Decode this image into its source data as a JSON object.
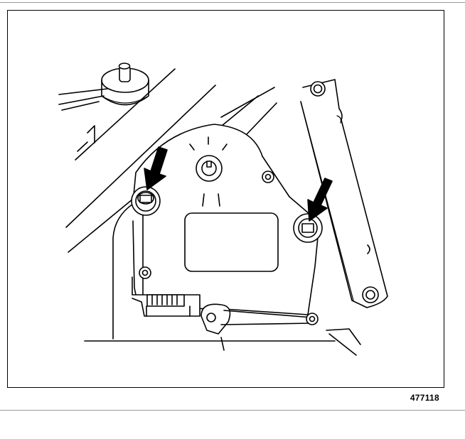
{
  "figure": {
    "number": "477118",
    "subject": "actuator-mounting-diagram",
    "callouts": [
      {
        "name": "left-fastener-arrow",
        "points_to": "left-mounting-bolt-icon"
      },
      {
        "name": "right-fastener-arrow",
        "points_to": "right-mounting-bolt-icon"
      }
    ]
  },
  "colors": {
    "ink": "#000000",
    "paper": "#ffffff",
    "rule": "#9a9a9a"
  }
}
